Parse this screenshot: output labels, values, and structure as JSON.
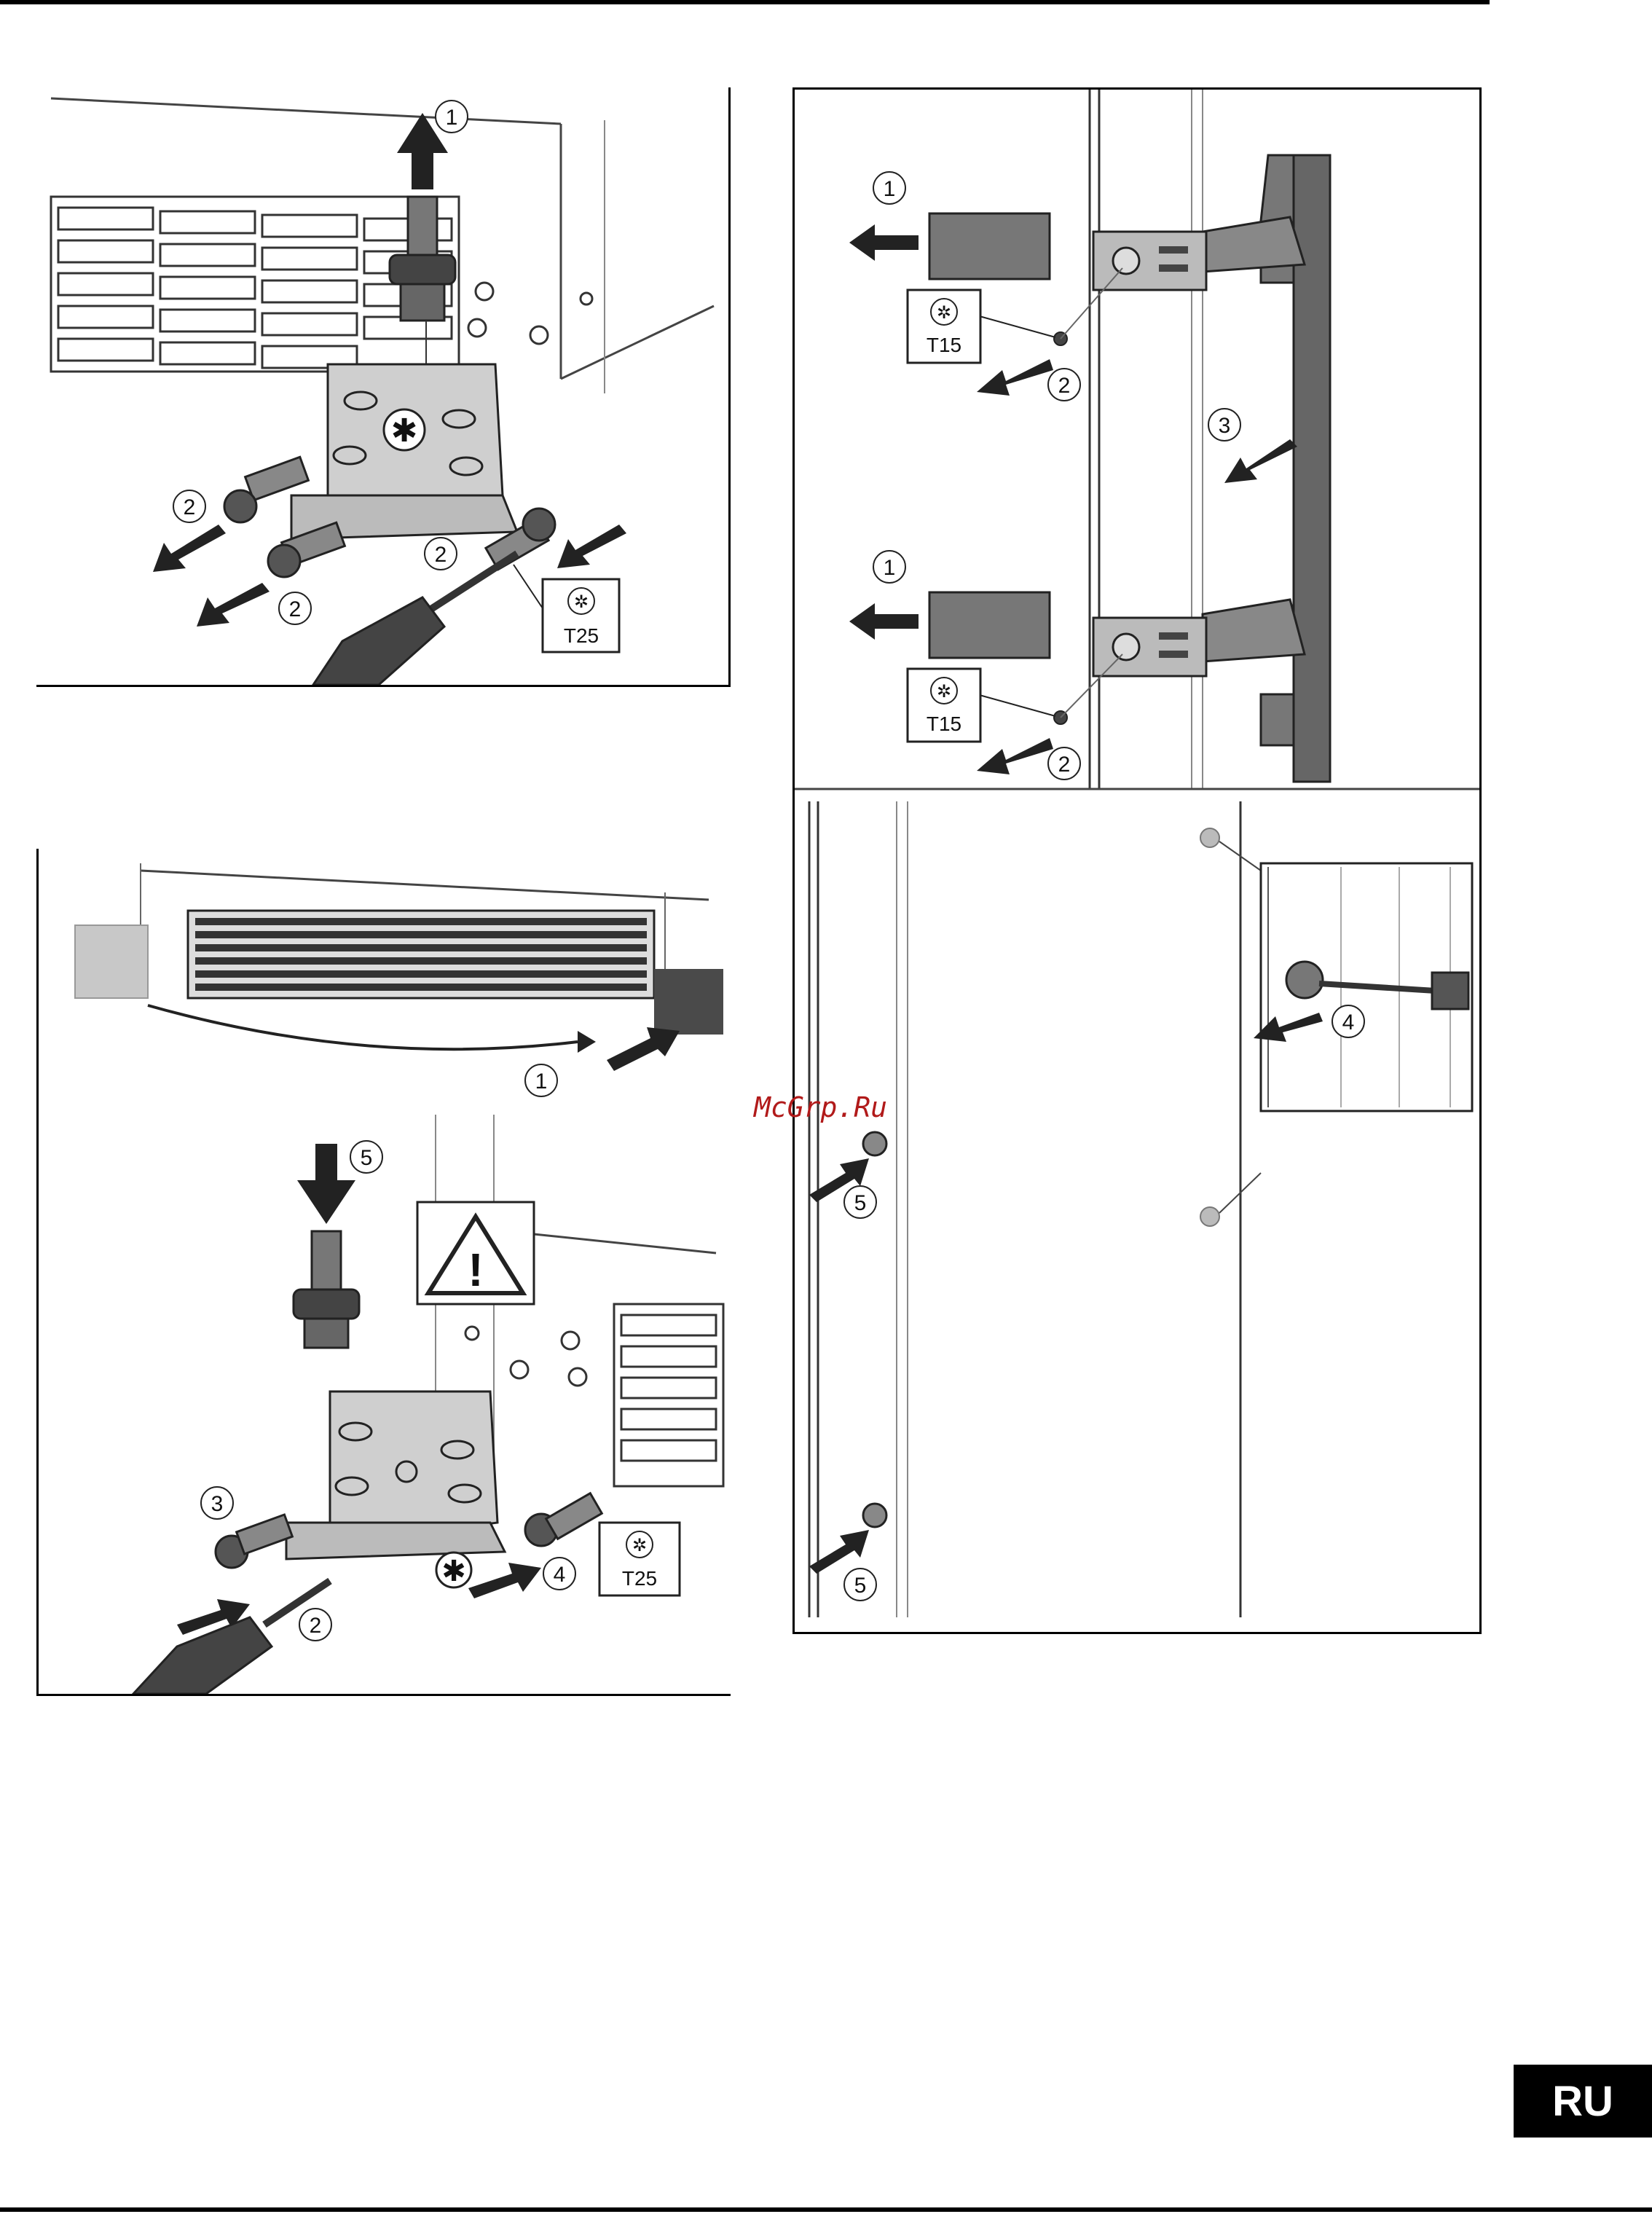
{
  "language_badge": "RU",
  "watermark": "McGrp.Ru",
  "figure_a": {
    "callouts": [
      "1",
      "2",
      "2",
      "2"
    ],
    "tool_label": "T25"
  },
  "figure_b": {
    "callouts": [
      "1"
    ]
  },
  "figure_c": {
    "callouts": [
      "5",
      "3",
      "2",
      "4"
    ],
    "tool_label": "T25"
  },
  "figure_d": {
    "callouts": [
      "1",
      "2",
      "3",
      "1",
      "2"
    ],
    "tool_labels": [
      "T15",
      "T15"
    ]
  },
  "figure_e": {
    "callouts": [
      "4",
      "5",
      "5"
    ]
  }
}
